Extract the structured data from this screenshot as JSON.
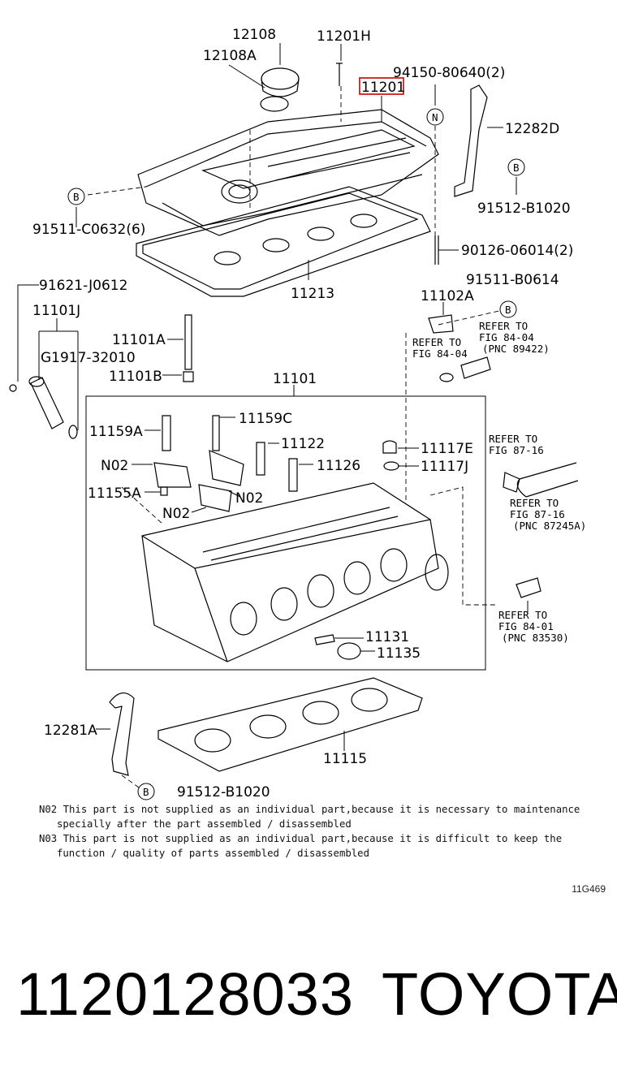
{
  "labels": [
    {
      "id": "12108",
      "text": "12108"
    },
    {
      "id": "12108A",
      "text": "12108A"
    },
    {
      "id": "11201H",
      "text": "11201H"
    },
    {
      "id": "94150",
      "text": "94150-80640(2)"
    },
    {
      "id": "11201",
      "text": "11201"
    },
    {
      "id": "12282D",
      "text": "12282D"
    },
    {
      "id": "91512a",
      "text": "91512-B1020"
    },
    {
      "id": "91511a",
      "text": "91511-C0632(6)"
    },
    {
      "id": "90126",
      "text": "90126-06014(2)"
    },
    {
      "id": "11213",
      "text": "11213"
    },
    {
      "id": "91621",
      "text": "91621-J0612"
    },
    {
      "id": "91511b",
      "text": "91511-B0614"
    },
    {
      "id": "11101J",
      "text": "11101J"
    },
    {
      "id": "11102A",
      "text": "11102A"
    },
    {
      "id": "11101A",
      "text": "11101A"
    },
    {
      "id": "G1917",
      "text": "G1917-32010"
    },
    {
      "id": "11101B",
      "text": "11101B"
    },
    {
      "id": "11101",
      "text": "11101"
    },
    {
      "id": "11159C",
      "text": "11159C"
    },
    {
      "id": "11159A",
      "text": "11159A"
    },
    {
      "id": "11122",
      "text": "11122"
    },
    {
      "id": "11117E",
      "text": "11117E"
    },
    {
      "id": "N02a",
      "text": "N02"
    },
    {
      "id": "11126",
      "text": "11126"
    },
    {
      "id": "11117J",
      "text": "11117J"
    },
    {
      "id": "11155A",
      "text": "11155A"
    },
    {
      "id": "N02b",
      "text": "N02"
    },
    {
      "id": "N02c",
      "text": "N02"
    },
    {
      "id": "11131",
      "text": "11131"
    },
    {
      "id": "11135",
      "text": "11135"
    },
    {
      "id": "12281A",
      "text": "12281A"
    },
    {
      "id": "11115",
      "text": "11115"
    },
    {
      "id": "91512b",
      "text": "91512-B1020"
    }
  ],
  "refs": [
    {
      "id": "r1a",
      "text": "REFER TO"
    },
    {
      "id": "r1b",
      "text": "FIG 84-04"
    },
    {
      "id": "r1c",
      "text": "(PNC 89422)"
    },
    {
      "id": "r2a",
      "text": "REFER TO"
    },
    {
      "id": "r2b",
      "text": "FIG 84-04"
    },
    {
      "id": "r3a",
      "text": "REFER TO"
    },
    {
      "id": "r3b",
      "text": "FIG 87-16"
    },
    {
      "id": "r4a",
      "text": "REFER TO"
    },
    {
      "id": "r4b",
      "text": "FIG 87-16"
    },
    {
      "id": "r4c",
      "text": "(PNC 87245A)"
    },
    {
      "id": "r5a",
      "text": "REFER TO"
    },
    {
      "id": "r5b",
      "text": "FIG 84-01"
    },
    {
      "id": "r5c",
      "text": "(PNC 83530)"
    }
  ],
  "markers": {
    "b": "B",
    "n": "N"
  },
  "notes": {
    "n02_line1": "N02 This part is not supplied as an individual part,because it is necessary to maintenance",
    "n02_line2": "specially after the part assembled / disassembled",
    "n03_line1": "N03 This part is not supplied as an individual part,because it is difficult to keep the",
    "n03_line2": "function / quality of parts assembled / disassembled"
  },
  "diagram_code": "11G469",
  "part_number": "1120128033",
  "brand": "TOYOTA",
  "colors": {
    "highlight": "#c81e1e"
  }
}
